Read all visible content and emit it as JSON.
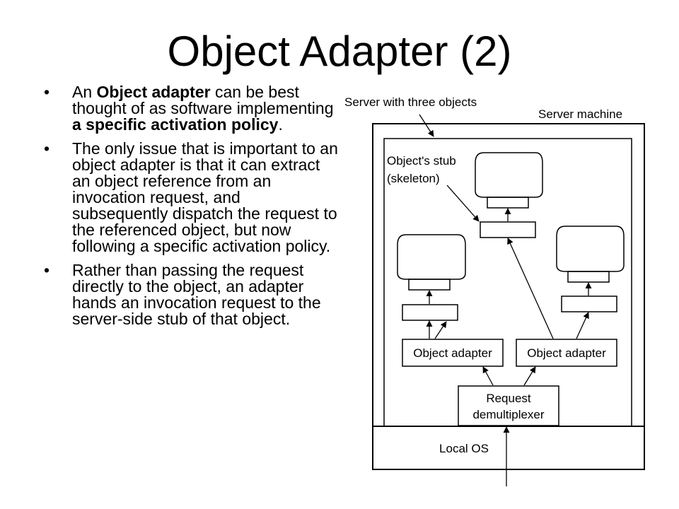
{
  "slide": {
    "title": "Object Adapter (2)",
    "bullets": [
      {
        "segments": [
          {
            "text": "An ",
            "bold": false
          },
          {
            "text": "Object adapter",
            "bold": true
          },
          {
            "text": " can be best thought of as software implementing ",
            "bold": false
          },
          {
            "text": "a specific activation policy",
            "bold": true
          },
          {
            "text": ".",
            "bold": false
          }
        ]
      },
      {
        "segments": [
          {
            "text": "The only issue that is important to an object adapter is that it can extract an object reference from an invocation request, and subsequently dispatch the request to the referenced object, but now following a specific activation policy.",
            "bold": false
          }
        ]
      },
      {
        "segments": [
          {
            "text": "Rather than passing the request directly to the object, an adapter hands an invocation request to the server-side stub of that object.",
            "bold": false
          }
        ]
      }
    ]
  },
  "diagram": {
    "label_server_with_three_objects": "Server with three objects",
    "label_server_machine": "Server machine",
    "label_stub_line1": "Object's stub",
    "label_stub_line2": "(skeleton)",
    "label_adapter_left": "Object adapter",
    "label_adapter_right": "Object adapter",
    "label_demux_line1": "Request",
    "label_demux_line2": "demultiplexer",
    "label_local_os": "Local OS"
  }
}
